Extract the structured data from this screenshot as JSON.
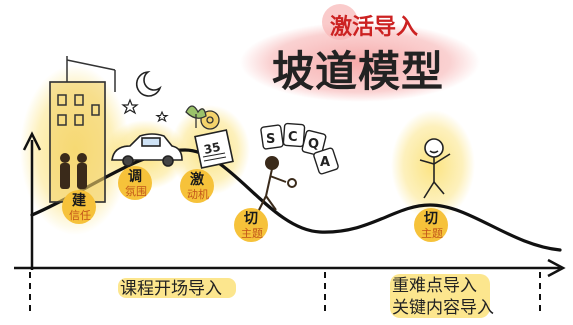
{
  "title": {
    "sub": "激活导入",
    "main": "坡道模型"
  },
  "nodes": [
    {
      "top": "建",
      "bottom": "信任"
    },
    {
      "top": "调",
      "bottom": "氛围"
    },
    {
      "top": "激",
      "bottom": "动机"
    },
    {
      "top": "切",
      "bottom": "主题"
    },
    {
      "top": "切",
      "bottom": "主题"
    }
  ],
  "doodles": {
    "calendar_number": "35",
    "cards": [
      "S",
      "C",
      "Q",
      "A"
    ]
  },
  "axis": {
    "left_label": "课程开场导入",
    "right_label_1": "重难点导入",
    "right_label_2": "关键内容导入"
  },
  "colors": {
    "glow": "#f9d84a",
    "circle": "#f6c23a",
    "title_blob": "#f6a6a6",
    "ink": "#111111"
  }
}
